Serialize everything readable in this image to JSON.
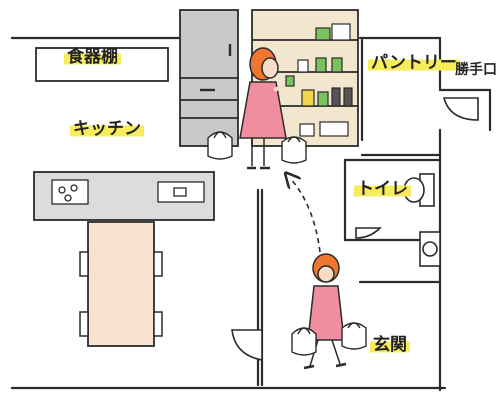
{
  "labels": {
    "dish_cabinet": "食器棚",
    "kitchen": "キッチン",
    "pantry": "パントリー",
    "service_door": "勝手口",
    "toilet": "トイレ",
    "entrance": "玄関"
  },
  "colors": {
    "line": "#2b2b2b",
    "highlight": "#f6ec5c",
    "outfit": "#f08ea0",
    "hair": "#f0752e",
    "skin": "#f7dcc6",
    "fridge": "#c9c9c9",
    "pantry_shelf": "#f3e6cf",
    "counter": "#dcdcdc",
    "table": "#f7e3cf",
    "jar_green": "#7ac25c",
    "jar_yellow": "#f0d64c"
  },
  "icons": [
    "refrigerator-icon",
    "pantry-shelf-icon",
    "woman-icon",
    "shopping-bag-icon",
    "stove-icon",
    "sink-icon",
    "toilet-icon",
    "arrow-icon"
  ]
}
